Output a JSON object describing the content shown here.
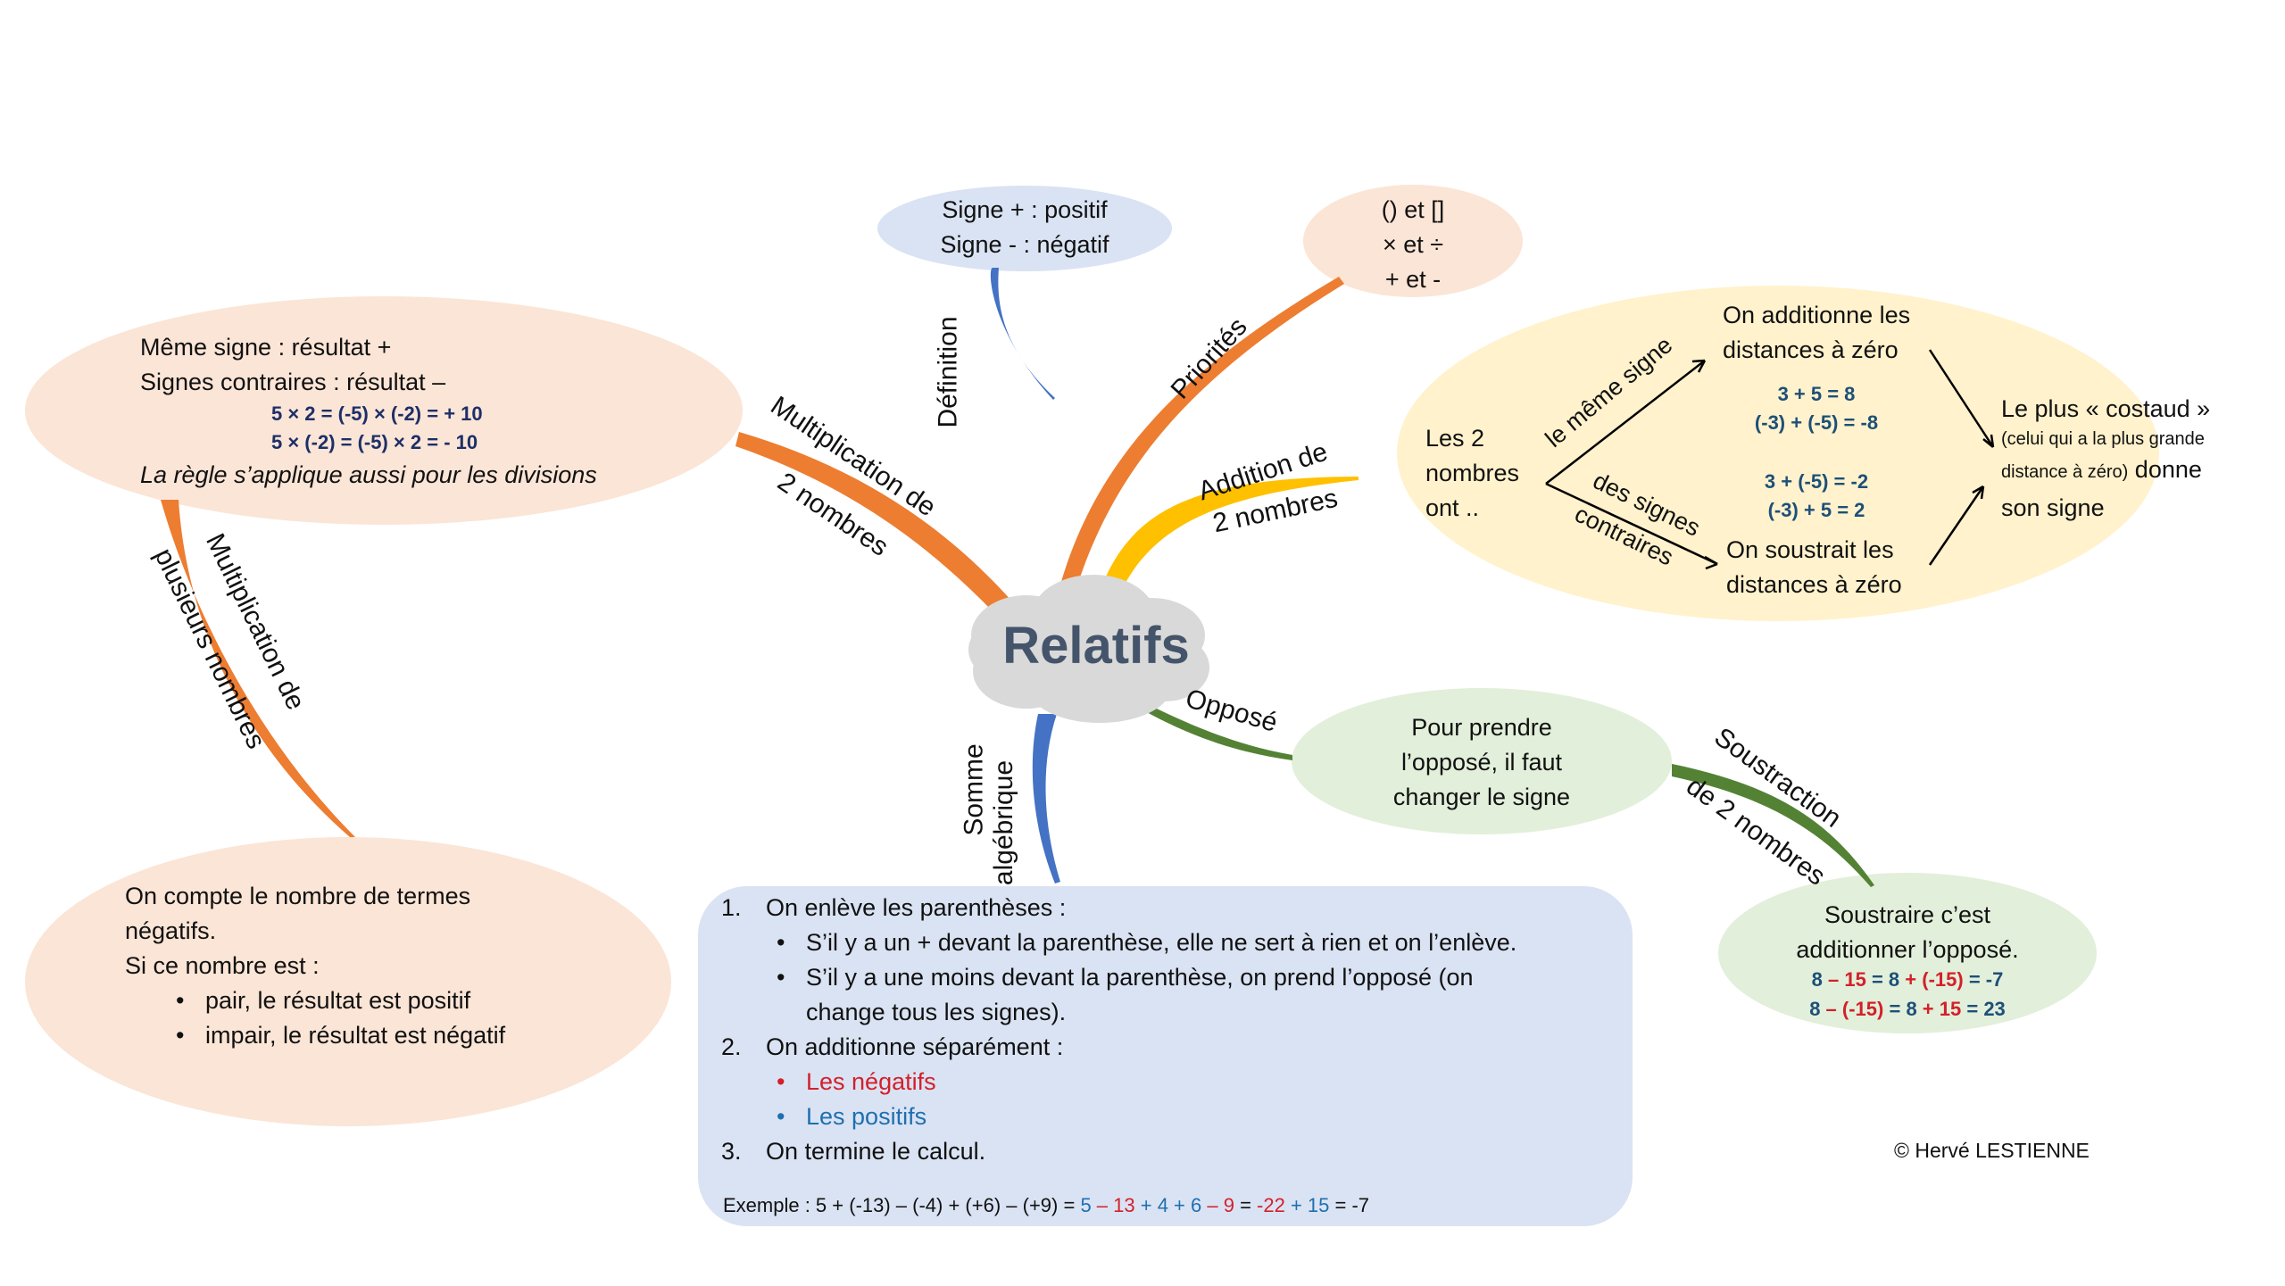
{
  "center": {
    "title": "Relatifs"
  },
  "branches": {
    "definition": "Définition",
    "priorites": "Priorités",
    "addition": [
      "Addition de",
      "2 nombres"
    ],
    "multiplication2": [
      "Multiplication de",
      "2 nombres"
    ],
    "multiplicationN": [
      "Multiplication de",
      "plusieurs nombres"
    ],
    "oppose": "Opposé",
    "soustraction": [
      "Soustraction",
      "de 2 nombres"
    ],
    "somme": [
      "Somme",
      "algébrique"
    ]
  },
  "definition_box": {
    "lines": [
      "Signe + : positif",
      "Signe - : négatif"
    ]
  },
  "priorites_box": {
    "lines": [
      "() et []",
      "× et ÷",
      "+ et -"
    ]
  },
  "mult2_box": {
    "line1": "Même signe : résultat +",
    "line2": "Signes contraires : résultat –",
    "ex1": "5 × 2 = (-5) × (-2) = + 10",
    "ex2": "5 × (-2) = (-5) × 2 = - 10",
    "note": "La règle s’applique aussi pour les divisions"
  },
  "multN_box": {
    "line1": "On compte le nombre de termes",
    "line2": "négatifs.",
    "line3": "Si ce nombre est :",
    "items": [
      "pair, le résultat est positif",
      "impair, le résultat est négatif"
    ]
  },
  "addition_box": {
    "les2": [
      "Les  2",
      "nombres",
      "ont .."
    ],
    "meme_signe": "le même signe",
    "signes_contraires": [
      "des signes",
      "contraires"
    ],
    "on_additionne": [
      "On additionne les",
      "distances à zéro"
    ],
    "ex_same": [
      "3 + 5 = 8",
      "(-3) + (-5) = -8"
    ],
    "ex_diff": [
      "3 + (-5) = -2",
      "(-3) + 5 = 2"
    ],
    "on_soustrait": [
      "On soustrait les",
      "distances à zéro"
    ],
    "costaud": {
      "line1": "Le plus « costaud »",
      "line2": "(celui qui a la plus grande",
      "line3a": "distance à zéro)",
      "line3b": " donne",
      "line4": "son signe"
    }
  },
  "oppose_box": {
    "lines": [
      "Pour prendre",
      "l’opposé, il faut",
      "changer le signe"
    ]
  },
  "soustraction_box": {
    "lines": [
      "Soustraire c’est",
      "additionner l’opposé."
    ],
    "ex1": {
      "a": "8",
      "op": " – ",
      "b": "15",
      "eq": " = ",
      "c": "8",
      "plus": " + ",
      "d": "(-15)",
      "res": " = -7"
    },
    "ex2": {
      "a": "8",
      "op": " – ",
      "b": "(-15)",
      "eq": " = ",
      "c": "8",
      "plus": " + ",
      "d": "15",
      "res": " = 23"
    }
  },
  "somme_box": {
    "step1": "On enlève les parenthèses :",
    "step1_items": [
      "S’il y a un + devant la parenthèse, elle ne sert à rien et on l’enlève.",
      "S’il y a une moins devant la parenthèse, on prend l’opposé (on",
      "change tous les signes)."
    ],
    "step2": "On additionne séparément :",
    "step2_neg": "Les négatifs",
    "step2_pos": "Les positifs",
    "step3": "On termine le calcul.",
    "example": {
      "prefix": "Exemple : 5 + (-13) – (-4) + (+6) – (+9) = ",
      "p1": "5",
      "p2": " – 13",
      "p3": " + 4 + 6",
      "p4": " – 9",
      "p5": " = ",
      "p6": "-22",
      "p7": " + 15",
      "p8": " = -7"
    }
  },
  "credit": "© Hervé LESTIENNE",
  "colors": {
    "orange": "#ed7d31",
    "blue": "#4472c4",
    "yellow": "#ffc000",
    "green": "#548235",
    "peach": "#fbe5d6",
    "lightblue": "#dae3f3",
    "cream": "#fff2cc",
    "lightgreen": "#e2efda",
    "cloud": "#d9d9d9",
    "title": "#44546a"
  }
}
